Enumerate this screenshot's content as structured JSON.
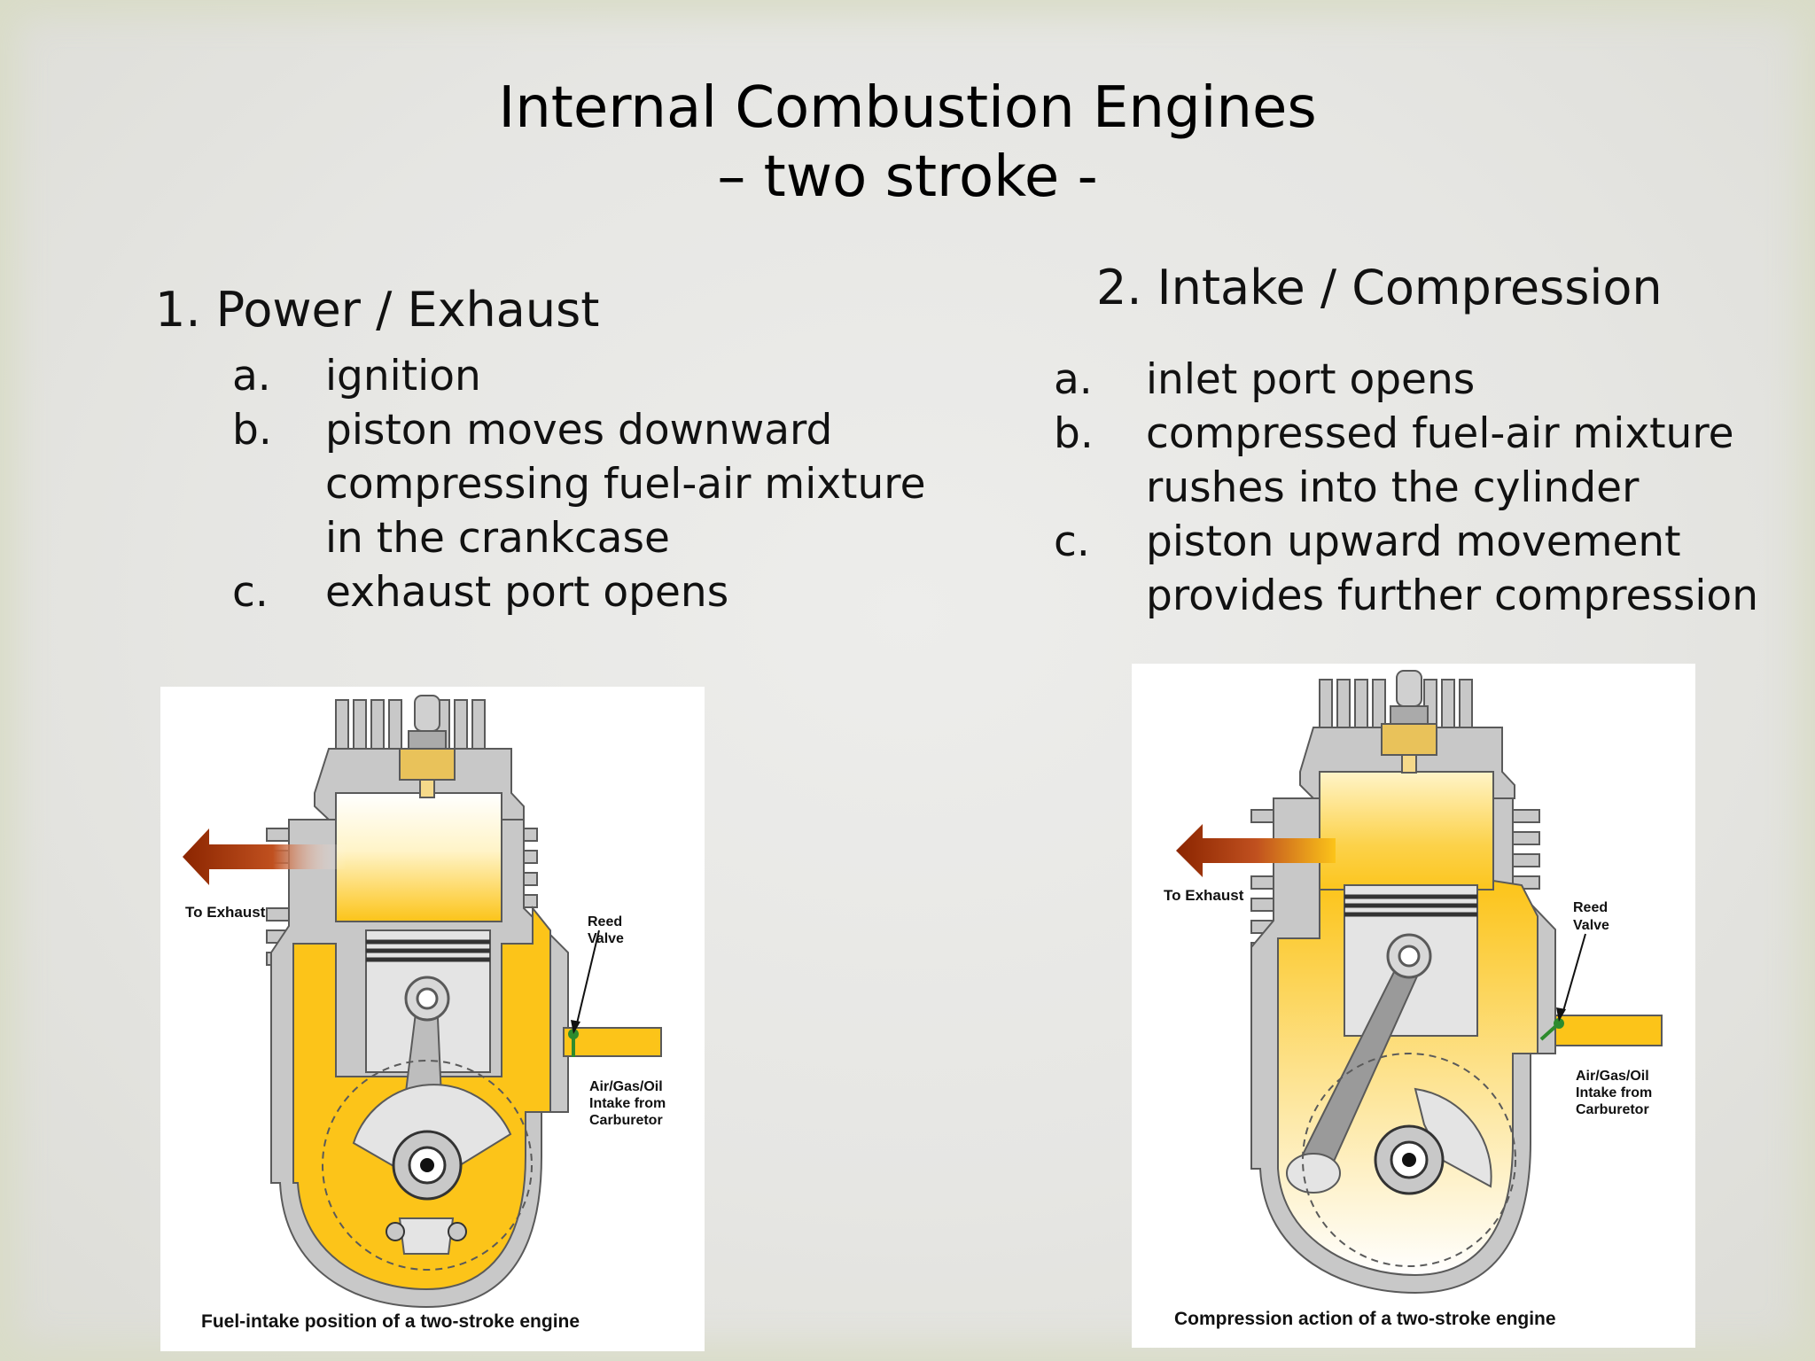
{
  "slide": {
    "title_line1": "Internal Combustion Engines",
    "title_line2": "– two stroke -"
  },
  "left": {
    "heading": "1. Power / Exhaust",
    "items": [
      {
        "marker": "a.",
        "lines": [
          "ignition"
        ]
      },
      {
        "marker": "b.",
        "lines": [
          "piston moves downward",
          "compressing fuel-air mixture",
          "in the crankcase"
        ]
      },
      {
        "marker": "c.",
        "lines": [
          "exhaust port opens"
        ]
      }
    ],
    "diagram": {
      "exhaust_label": "To Exhaust",
      "reed_label": [
        "Reed",
        "Valve"
      ],
      "intake_label": [
        "Air/Gas/Oil",
        "Intake from",
        "Carburetor"
      ],
      "caption": "Fuel-intake position of a two-stroke engine"
    }
  },
  "right": {
    "heading": "2. Intake / Compression",
    "items": [
      {
        "marker": "a.",
        "lines": [
          "inlet port opens"
        ]
      },
      {
        "marker": "b.",
        "lines": [
          "compressed fuel-air mixture",
          "rushes into the cylinder"
        ]
      },
      {
        "marker": "c.",
        "lines": [
          "piston upward movement",
          "provides further compression"
        ]
      }
    ],
    "diagram": {
      "exhaust_label": "To Exhaust",
      "reed_label": [
        "Reed",
        "Valve"
      ],
      "intake_label": [
        "Air/Gas/Oil",
        "Intake from",
        "Carburetor"
      ],
      "caption": "Compression action of a two-stroke engine"
    }
  },
  "colors": {
    "fuel": "#fcc419",
    "metal": "#c8c8c8",
    "outline": "#5a5a5a",
    "exhaust_arrow": "#8b2500",
    "reed_valve": "#2e8b2e"
  }
}
